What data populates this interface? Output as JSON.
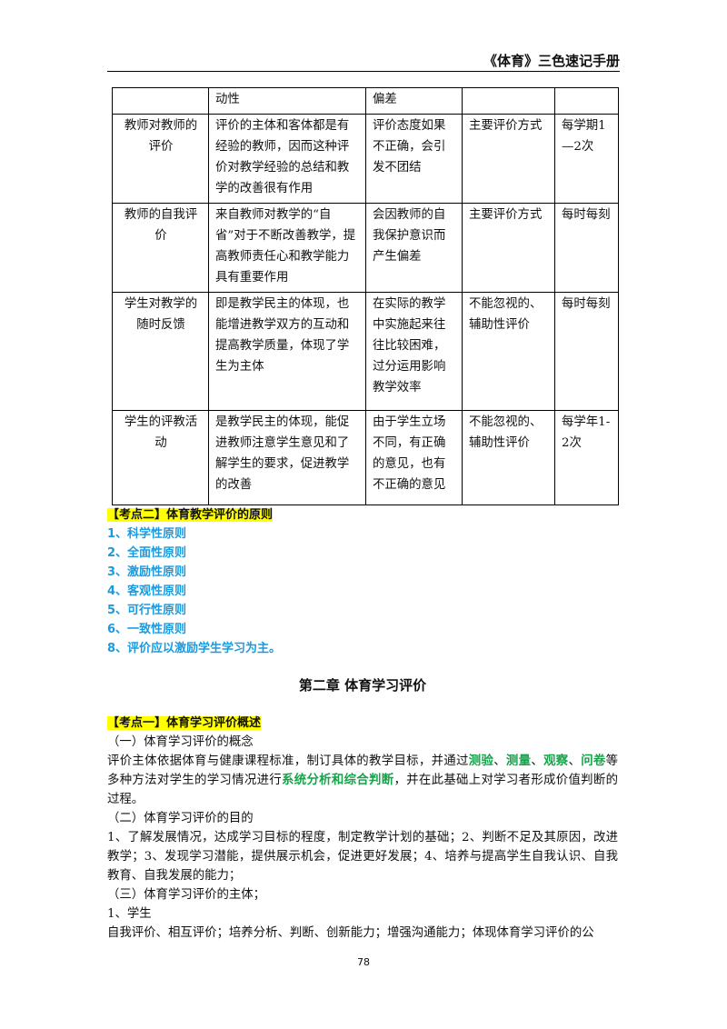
{
  "header": {
    "title": "《体育》三色速记手册"
  },
  "table": {
    "top_row": [
      "",
      "动性",
      "偏差",
      "",
      ""
    ],
    "rows": [
      [
        "教师对教师的评价",
        "评价的主体和客体都是有经验的教师，因而这种评价对教学经验的总结和教学的改善很有作用",
        "评价态度如果不正确，会引发不团结",
        "主要评价方式",
        "每学期1—2次"
      ],
      [
        "教师的自我评价",
        "来自教师对教学的“自省”对于不断改善教学，提高教师责任心和教学能力具有重要作用",
        "会因教师的自我保护意识而产生偏差",
        "主要评价方式",
        "每时每刻"
      ],
      [
        "学生对教学的随时反馈",
        "即是教学民主的体现，也能增进教学双方的互动和提高教学质量，体现了学生为主体",
        "在实际的教学中实施起来往往比较困难，过分运用影响教学效率",
        "不能忽视的、辅助性评价",
        "每时每刻"
      ],
      [
        "学生的评教活动",
        "是教学民主的体现，能促进教师注意学生意见和了解学生的要求，促进教学的改善",
        "由于学生立场不同，有正确的意见，也有不正确的意见",
        "不能忽视的、辅助性评价",
        "每学年1-2次"
      ]
    ]
  },
  "section2": {
    "title": "【考点二】体育教学评价的原则",
    "items": [
      "1、科学性原则",
      "2、全面性原则",
      "3、激励性原则",
      "4、客观性原则",
      "5、可行性原则",
      "6、一致性原则",
      "8、评价应以激励学生学习为主。"
    ]
  },
  "chapter": {
    "title": "第二章  体育学习评价"
  },
  "section1": {
    "title": "【考点一】体育学习评价概述",
    "sub1": "（一）体育学习评价的概念",
    "p1_a": "评价主体依据体育与健康课程标准，制订具体的教学目标，并通过",
    "p1_g1": "测验",
    "p1_s1": "、",
    "p1_g2": "测量",
    "p1_s2": "、",
    "p1_g3": "观察",
    "p1_s3": "、",
    "p1_g4": "问卷",
    "p1_b": "等多种方法对学生的学习情况进行",
    "p1_g5": "系统分析和综合判断",
    "p1_c": "，并在此基础上对学习者形成价值判断的过程。",
    "sub2": "（二）体育学习评价的目的",
    "p2": "1、了解发展情况，达成学习目标的程度，制定教学计划的基础；2、判断不足及其原因，改进教学；3、发现学习潜能，提供展示机会，促进更好发展；4、培养与提高学生自我认识、自我教育、自我发展的能力；",
    "sub3": "（三）体育学习评价的主体；",
    "p3": "1、学生",
    "p4": "自我评价、相互评价；培养分析、判断、创新能力；增强沟通能力；体现体育学习评价的公"
  },
  "footer": {
    "page": "78"
  }
}
